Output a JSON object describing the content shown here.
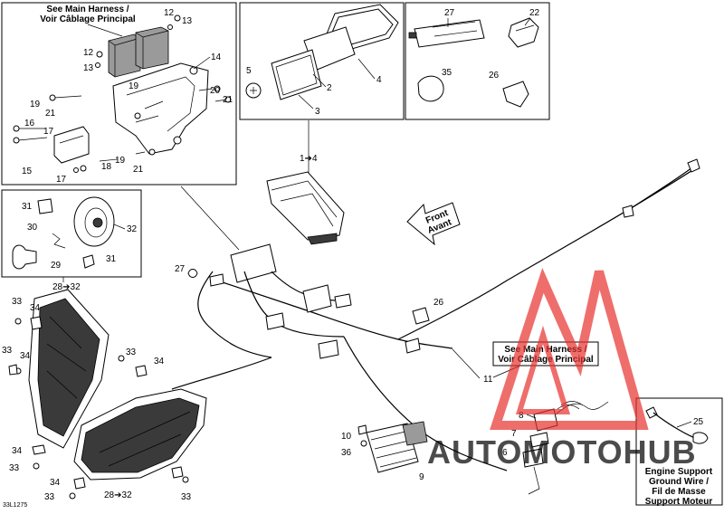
{
  "labels": {
    "p1": "1",
    "p2": "2",
    "p3": "3",
    "p4": "4",
    "p5": "5",
    "p6": "6",
    "p7": "7",
    "p8": "8",
    "p9": "9",
    "p10": "10",
    "p11": "11",
    "p12a": "12",
    "p12b": "12",
    "p13a": "13",
    "p13b": "13",
    "p14": "14",
    "p15": "15",
    "p16": "16",
    "p17a": "17",
    "p17b": "17",
    "p18": "18",
    "p19a": "19",
    "p19b": "19",
    "p19c": "19",
    "p20": "20",
    "p21a": "21",
    "p21b": "21",
    "p21c": "21",
    "p22": "22",
    "p25": "25",
    "p26a": "26",
    "p26b": "26",
    "p27a": "27",
    "p27b": "27",
    "p29": "29",
    "p30": "30",
    "p31a": "31",
    "p31b": "31",
    "p32": "32",
    "p33a": "33",
    "p33b": "33",
    "p33c": "33",
    "p33d": "33",
    "p33e": "33",
    "p34a": "34",
    "p34b": "34",
    "p34c": "34",
    "p34d": "34",
    "p34e": "34",
    "p35": "35",
    "p36": "36",
    "r14": "1➔4",
    "r2832a": "28➔32",
    "r2832b": "28➔32"
  },
  "notes": {
    "harness_top_1": "See Main Harness /",
    "harness_top_2": "Voir Câblage Principal",
    "harness_mid_1": "See Main Harness /",
    "harness_mid_2": "Voir Câblage Principal",
    "ground_1": "Engine Support",
    "ground_2": "Ground Wire /",
    "ground_3": "Fil de Masse",
    "ground_4": "Support Moteur"
  },
  "front_arrow": {
    "line1": "Front",
    "line2": "Avant"
  },
  "watermark": {
    "text": "AUTOMOTOHUB",
    "color": "#e8312f",
    "accent": "#f5b335"
  },
  "drawing_code": "33L1275",
  "colors": {
    "ink": "#000000",
    "paper": "#ffffff",
    "watermark_red": "#e8312f",
    "watermark_orange": "#f5b335"
  }
}
